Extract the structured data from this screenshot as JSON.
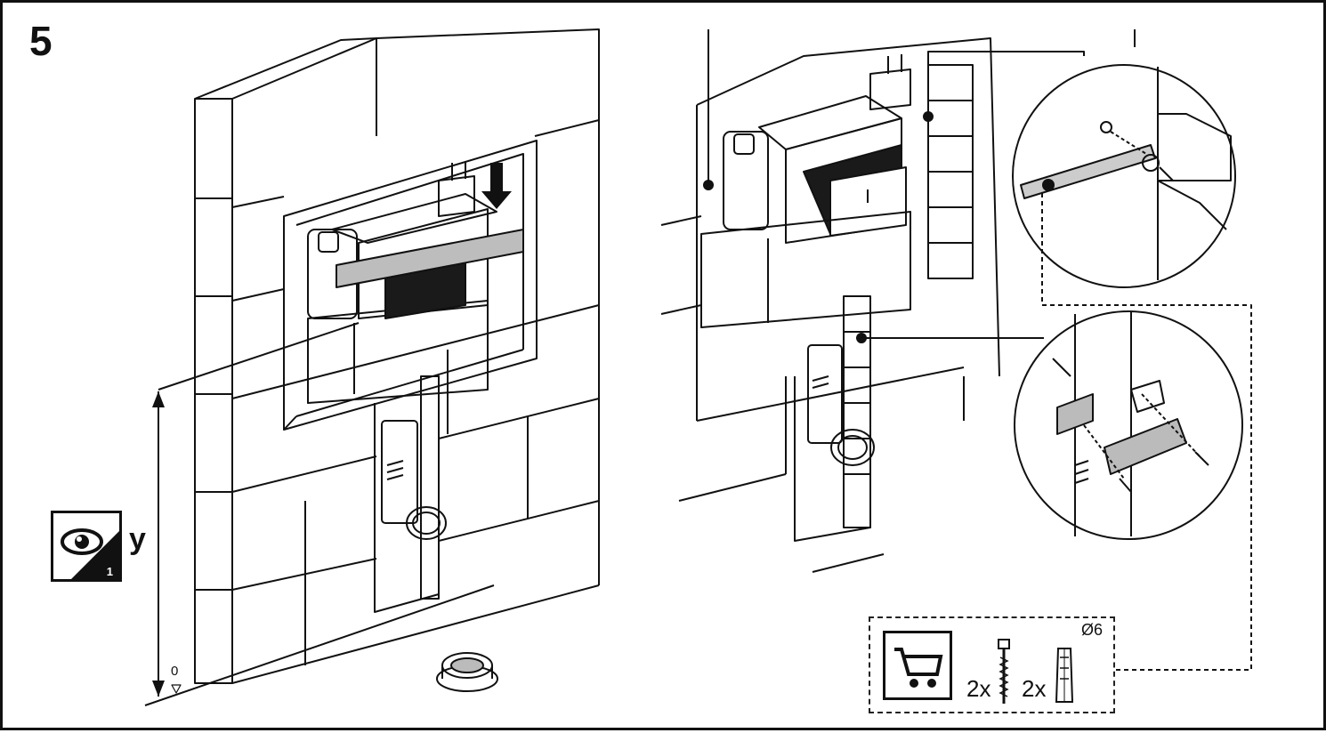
{
  "step_number": "5",
  "height_label": "y",
  "eye_icon": {
    "icon": "eye-view-icon",
    "index": "1"
  },
  "floor_marker": "0",
  "legend": {
    "cart_icon": "shopping-cart-icon",
    "items": [
      {
        "quantity": "2x",
        "icon": "lag-screw-icon"
      },
      {
        "quantity": "2x",
        "icon": "wall-plug-icon"
      }
    ],
    "diameter": "Ø6"
  }
}
